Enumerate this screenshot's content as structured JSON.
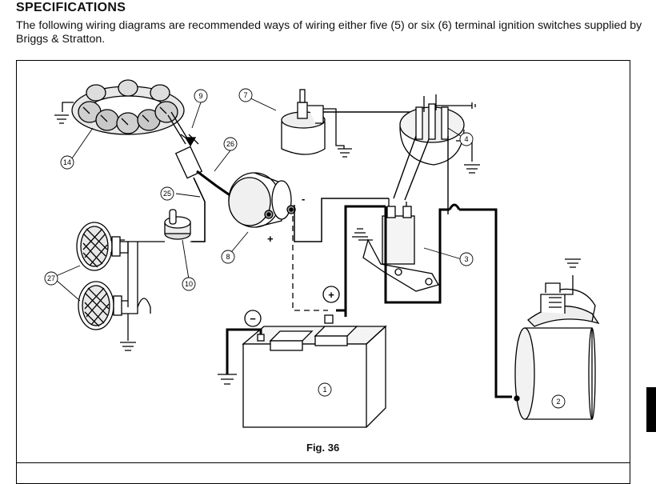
{
  "header": {
    "title": "SPECIFICATIONS",
    "intro": "The following wiring diagrams are recommended ways of wiring either five (5) or six (6) terminal ignition switches supplied by Briggs & Stratton."
  },
  "figure": {
    "caption": "Fig. 36",
    "callouts": {
      "battery": "1",
      "starter_motor": "2",
      "starter_solenoid": "3",
      "ignition_switch": "4",
      "fuel_solenoid": "7",
      "ammeter": "8",
      "fuse": "9",
      "light_switch": "10",
      "alternator_stator": "14",
      "wire_25": "25",
      "wire_26": "26",
      "headlights": "27"
    },
    "terminal_signs": {
      "battery_negative": "−",
      "battery_positive": "+",
      "ammeter_negative": "-",
      "ammeter_positive": "+"
    }
  }
}
